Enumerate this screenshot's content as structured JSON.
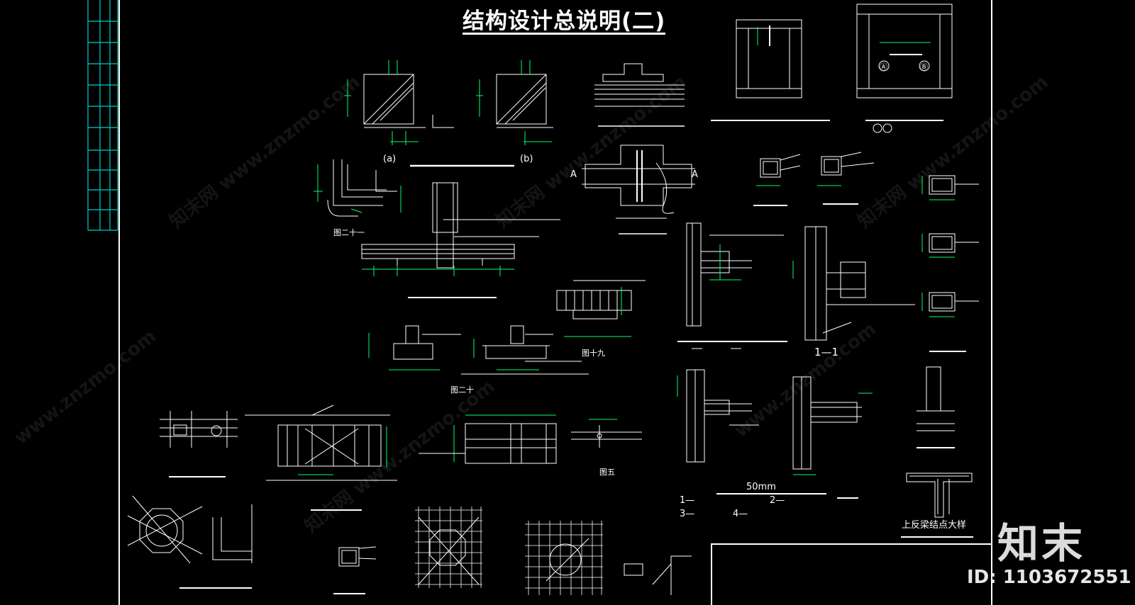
{
  "title": "结构设计总说明(二)",
  "detail_labels": {
    "fig_a": "(a)",
    "fig_b": "(b)",
    "fig_21": "图二十一",
    "fig_19": "图十九",
    "fig_20": "图二十",
    "fig_5": "图五",
    "section_11": "1—1",
    "section_a_left": "A",
    "section_a_right": "A",
    "dim_50mm": "50mm",
    "upturned_beam_joint": "上反梁结点大样",
    "legend_1": "1—",
    "legend_2": "2—",
    "legend_3": "3—",
    "legend_4": "4—",
    "circle_a": "Ⓐ",
    "circle_b": "Ⓑ"
  },
  "watermarks": [
    "知末网 www.znzmo.com",
    "知末网 www.znzmo.com",
    "www.znzmo.com",
    "知末网 www.znzmo.com",
    "www.znzmo.com",
    "知末网 www.znzmo.com"
  ],
  "brand": {
    "name": "知末",
    "id": "ID: 1103672551"
  },
  "colors": {
    "line": "#ffffff",
    "dimension": "#00ff66",
    "frame": "#00cccc",
    "background": "#000000"
  }
}
